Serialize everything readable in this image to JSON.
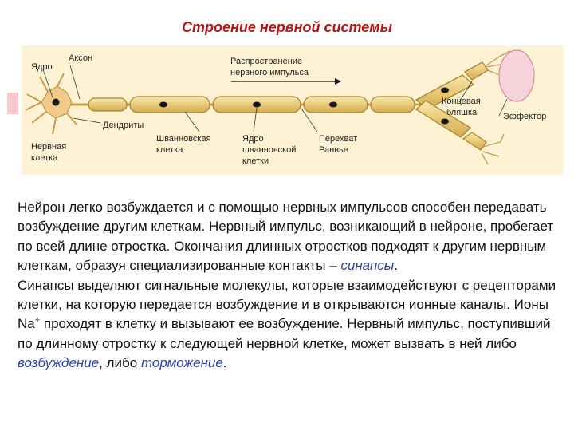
{
  "title": "Строение нервной системы",
  "diagram": {
    "labels": {
      "nucleus": "Ядро",
      "axon": "Аксон",
      "propagation_line1": "Распространение",
      "propagation_line2": "нервного импульса",
      "dendrites": "Дендриты",
      "nerve_cell_line1": "Нервная",
      "nerve_cell_line2": "клетка",
      "schwann_cell_line1": "Шванновская",
      "schwann_cell_line2": "клетка",
      "schwann_nucleus_line1": "Ядро",
      "schwann_nucleus_line2": "шванновской",
      "schwann_nucleus_line3": "клетки",
      "node_line1": "Перехват",
      "node_line2": "Ранвье",
      "end_plate_line1": "Концевая",
      "end_plate_line2": "бляшка",
      "effector": "Эффектор"
    }
  },
  "text": {
    "p1_part1": "Нейрон легко возбуждается и с помощью нервных импульсов способен передавать возбуждение другим клеткам. Нервный импульс, возникающий в нейроне, пробегает по всей длине отростка. Окончания длинных отростков подходят к другим нервным клеткам, образуя специализированные контакты – ",
    "p1_term": "синапсы",
    "p1_end": ".",
    "p2_part1": "Синапсы выделяют сигнальные молекулы, которые взаимодействуют с рецепторами клетки, на которую передается возбуждение и в открываются ионные каналы. Ионы Na",
    "p2_sup": "+",
    "p2_part2": " проходят в клетку и вызывают ее возбуждение. Нервный импульс, поступивший по длинному отростку к следующей нервной клетке, может вызвать в ней либо ",
    "p2_term1": "возбуждение",
    "p2_part3": ", либо ",
    "p2_term2": "торможение",
    "p2_end": "."
  },
  "colors": {
    "title": "#b41414",
    "term": "#2a3fb5",
    "diagram_background": "#fdf3d4",
    "myelin": "#f2d98c",
    "myelin_stroke": "#b8902f",
    "effector_fill": "#f7d4dc"
  }
}
